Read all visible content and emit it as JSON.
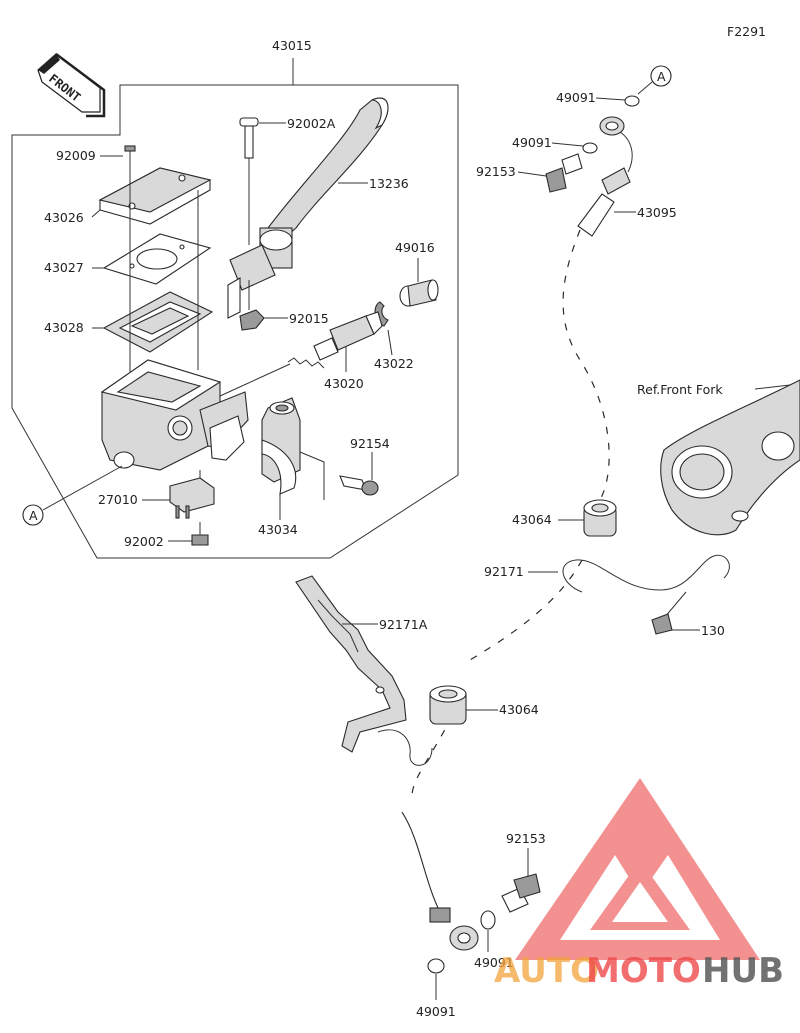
{
  "diagram": {
    "figure_code": "F2291",
    "front_badge": "FRONT",
    "ref_note": "Ref.Front Fork",
    "connector_label": "A",
    "parts": {
      "p43015": "43015",
      "p92009": "92009",
      "p43026": "43026",
      "p43027": "43027",
      "p43028": "43028",
      "p92002A": "92002A",
      "p13236": "13236",
      "p49016": "49016",
      "p92015": "92015",
      "p43022": "43022",
      "p43020": "43020",
      "p92154": "92154",
      "p27010": "27010",
      "p92002": "92002",
      "p43034": "43034",
      "p49091_a": "49091",
      "p49091_b": "49091",
      "p92153_a": "92153",
      "p43095": "43095",
      "p43064_a": "43064",
      "p92171": "92171",
      "p130": "130",
      "p92171A": "92171A",
      "p43064_b": "43064",
      "p92153_b": "92153",
      "p49091_c": "49091",
      "p49091_d": "49091"
    }
  },
  "watermark": {
    "word_auto": "AUTO",
    "word_moto": "MOTO",
    "word_hub": "HUB",
    "color_red": "#ef4a4a",
    "color_orange": "#f2a33a",
    "color_gray": "#5a5a5a"
  }
}
